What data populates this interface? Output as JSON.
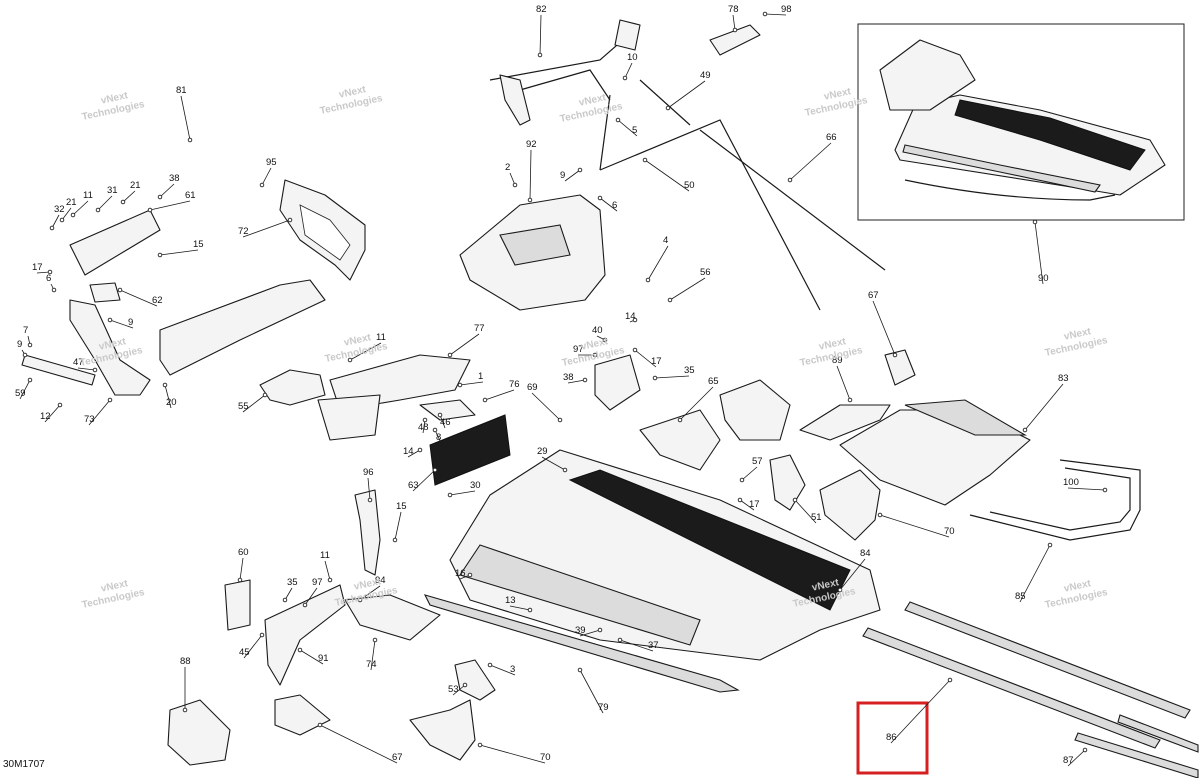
{
  "diagram": {
    "reference_code": "30M1707",
    "watermark": {
      "line1": "vNext",
      "line2": "Technologies"
    },
    "highlight_color": "#d42020",
    "highlighted_part": "86",
    "callouts": [
      "1",
      "2",
      "3",
      "5",
      "6",
      "7",
      "8",
      "9",
      "10",
      "11",
      "12",
      "13",
      "14",
      "15",
      "16",
      "17",
      "20",
      "21",
      "29",
      "30",
      "31",
      "32",
      "35",
      "37",
      "38",
      "39",
      "40",
      "45",
      "46",
      "47",
      "48",
      "49",
      "50",
      "51",
      "53",
      "55",
      "56",
      "57",
      "59",
      "60",
      "61",
      "62",
      "63",
      "65",
      "66",
      "67",
      "69",
      "70",
      "72",
      "73",
      "74",
      "76",
      "77",
      "78",
      "79",
      "81",
      "82",
      "83",
      "84",
      "85",
      "86",
      "87",
      "88",
      "89",
      "90",
      "91",
      "92",
      "94",
      "95",
      "96",
      "97",
      "98",
      "100"
    ]
  }
}
